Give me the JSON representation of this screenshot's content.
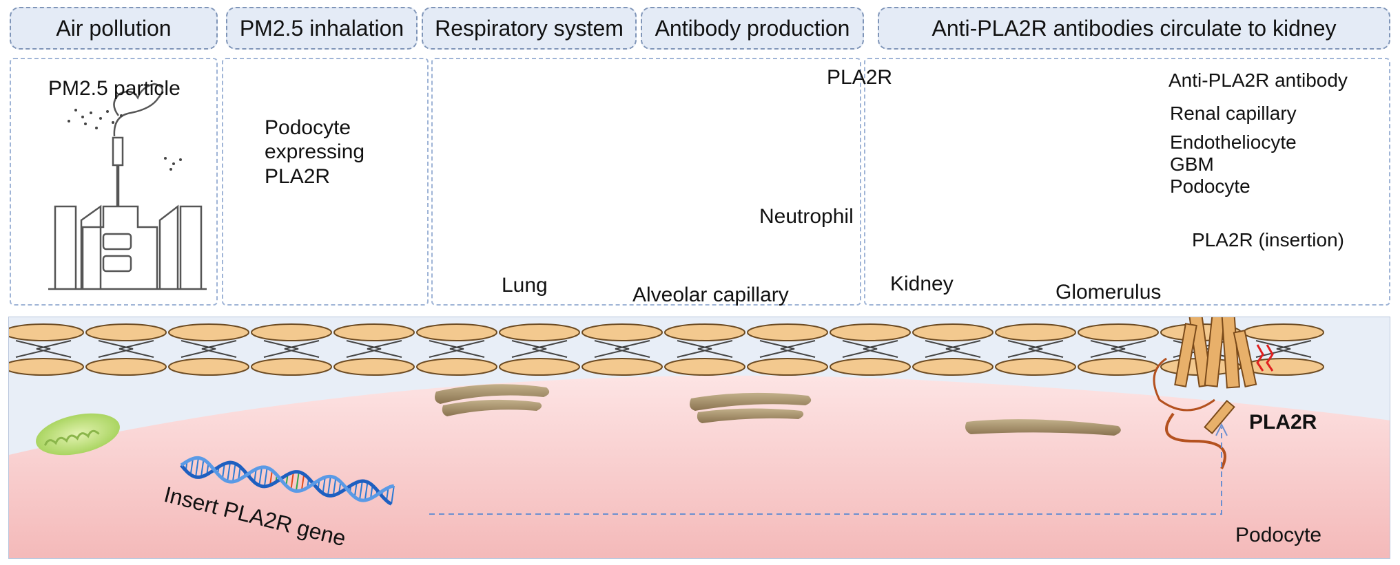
{
  "headers": {
    "air_pollution": "Air pollution",
    "pm25_inhalation": "PM2.5 inhalation",
    "respiratory_system": "Respiratory system",
    "antibody_production": "Antibody production",
    "circulate_to_kidney": "Anti-PLA2R antibodies circulate to kidney"
  },
  "labels": {
    "pm25_particle": "PM2.5 particle",
    "podocyte_expressing": "Podocyte\nexpressing\nPLA2R",
    "lung": "Lung",
    "pla2r_top": "PLA2R",
    "neutrophil": "Neutrophil",
    "alveolar_capillary": "Alveolar capillary",
    "kidney": "Kidney",
    "glomerulus": "Glomerulus",
    "anti_pla2r_antibody": "Anti-PLA2R antibody",
    "renal_capillary": "Renal capillary",
    "endotheliocyte": "Endotheliocyte",
    "gbm": "GBM",
    "podocyte_layer": "Podocyte",
    "pla2r_insertion": "PLA2R (insertion)",
    "insert_gene": "Insert PLA2R gene",
    "pla2r_bottom": "PLA2R",
    "podocyte_bottom": "Podocyte"
  },
  "colors": {
    "header_bg": "#e4ebf6",
    "header_border": "#7f95b8",
    "arrow_blue": "#6b8fd0",
    "lung_pink": "#c9a3a8",
    "vessel_blue": "#3a5fb8",
    "kidney_red": "#8a3b52",
    "pla2r_orange": "#e8b06a",
    "membrane_tan": "#f3c98f",
    "cell_pink": "#f6c6c6",
    "mito_green": "#b8dc6e"
  }
}
